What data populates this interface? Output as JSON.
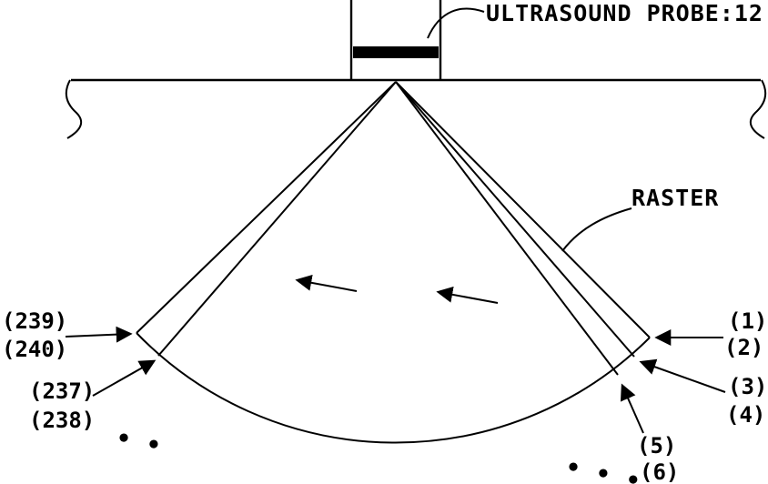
{
  "figure": {
    "probe_label": "ULTRASOUND PROBE:12",
    "raster_label": "RASTER",
    "left_raster_numbers": [
      "(239)",
      "(240)",
      "(237)",
      "(238)"
    ],
    "right_raster_numbers": [
      "(1)",
      "(2)",
      "(3)",
      "(4)",
      "(5)",
      "(6)"
    ],
    "left_ellipsis": "••",
    "right_ellipsis": "•••",
    "colors": {
      "ink": "#000000",
      "paper": "#ffffff"
    }
  }
}
